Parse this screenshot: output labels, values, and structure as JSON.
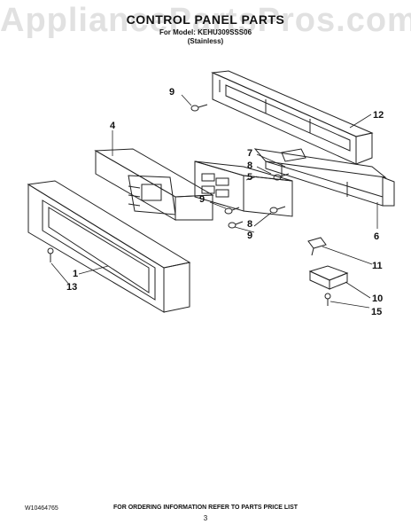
{
  "watermark": "AppliancePartsPros.com",
  "header": {
    "title": "CONTROL PANEL PARTS",
    "model_line": "For Model: KEHU309SSS06",
    "variant": "(Stainless)"
  },
  "callouts": [
    "9",
    "4",
    "12",
    "7",
    "8",
    "5",
    "9",
    "8",
    "9",
    "6",
    "1",
    "13",
    "11",
    "10",
    "15"
  ],
  "footer": {
    "doc_number": "W10464765",
    "ordering_info": "FOR ORDERING INFORMATION REFER TO PARTS PRICE LIST",
    "page_number": "3"
  }
}
